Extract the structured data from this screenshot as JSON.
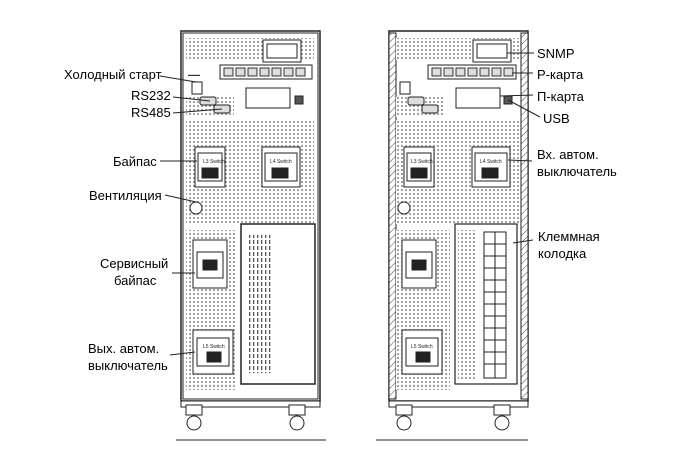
{
  "left_unit": {
    "labels": {
      "cold_start": "Холодный старт",
      "rs232": "RS232",
      "rs485": "RS485",
      "bypass": "Байпас",
      "ventilation": "Вентиляция",
      "service_bypass_1": "Сервисный",
      "service_bypass_2": "байпас",
      "output_breaker_1": "Вых. автом.",
      "output_breaker_2": "выключатель"
    }
  },
  "right_unit": {
    "labels": {
      "snmp": "SNMP",
      "p_card_latin": "P-карта",
      "p_card_cyr": "П-карта",
      "usb": "USB",
      "input_breaker_1": "Вх. автом.",
      "input_breaker_2": "выключатель",
      "terminal_block_1": "Клеммная",
      "terminal_block_2": "колодка"
    }
  },
  "colors": {
    "line": "#222222",
    "mesh": "#bdbdbd",
    "fill": "#ffffff"
  }
}
